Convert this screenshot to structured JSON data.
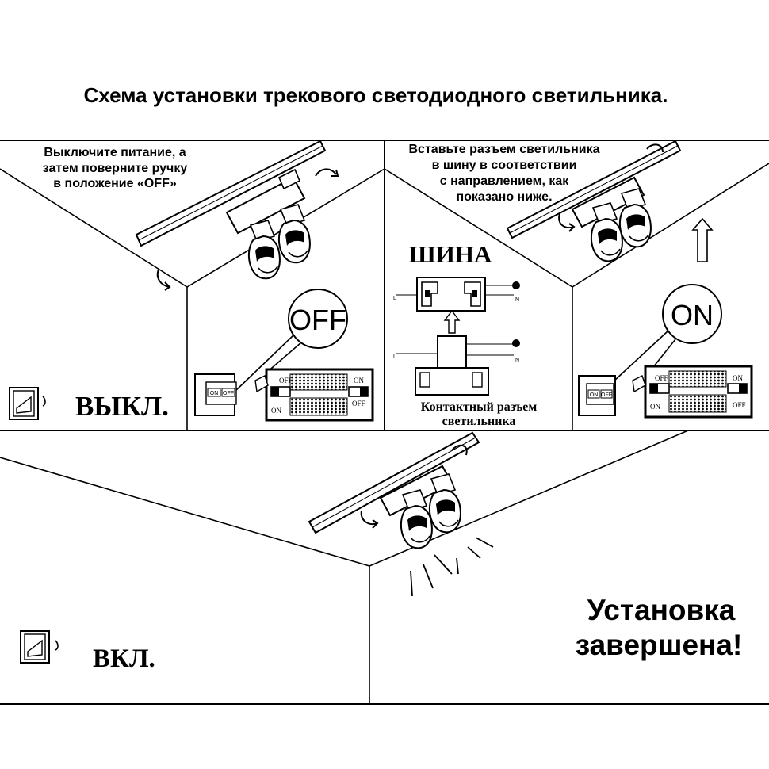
{
  "title": "Схема установки трекового светодиодного светильника.",
  "step1": {
    "instruction": [
      "Выключите питание, а",
      "затем поверните ручку",
      "в положение «OFF»"
    ],
    "switch_label": "ВЫКЛ.",
    "bubble_label": "OFF"
  },
  "step2": {
    "instruction": [
      "Вставьте разъем светильника",
      "в шину в соответствии",
      "с направлением, как",
      "показано ниже."
    ],
    "bus_label": "ШИНА",
    "connector_label": [
      "Контактный разъем",
      "светильника"
    ],
    "wire_l": "L",
    "wire_n": "N"
  },
  "step3": {
    "bubble_label": "ON"
  },
  "connector_panel": {
    "on": "ON",
    "off": "OFF"
  },
  "step4": {
    "switch_label": "ВКЛ.",
    "done_text": [
      "Установка",
      "завершена!"
    ]
  },
  "icons": [
    "room-corner",
    "track-rail",
    "spotlight",
    "rotate-arrow",
    "wall-switch",
    "up-arrow",
    "magnifier-bubble",
    "connector-panel",
    "light-rays"
  ]
}
